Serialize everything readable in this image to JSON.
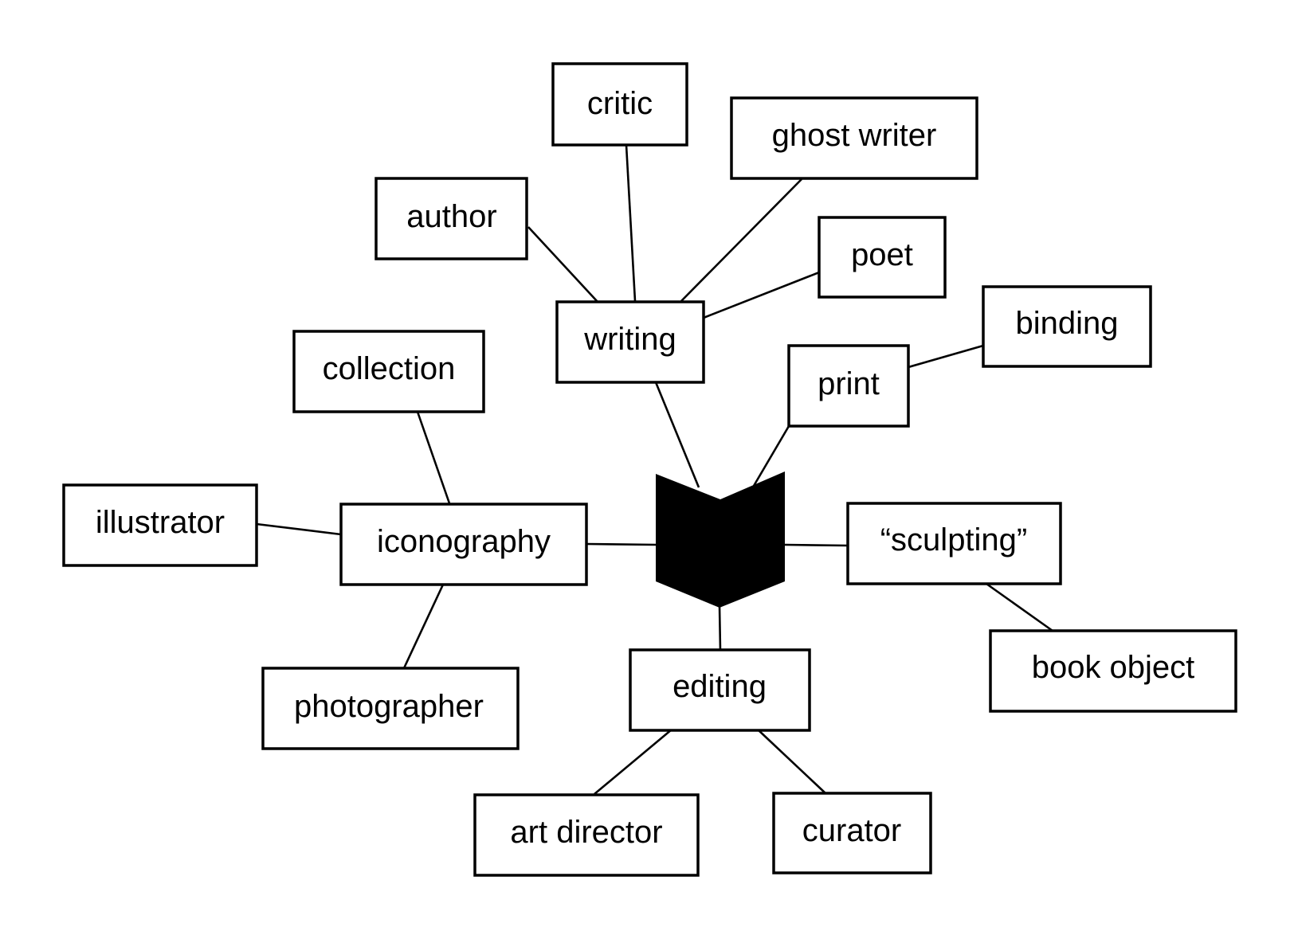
{
  "diagram": {
    "colors": {
      "stroke": "#000000",
      "fill": "#ffffff",
      "text": "#000000"
    },
    "center_icon": "book-icon",
    "nodes": {
      "critic": "critic",
      "ghost_writer": "ghost writer",
      "author": "author",
      "poet": "poet",
      "writing": "writing",
      "binding": "binding",
      "print": "print",
      "collection": "collection",
      "illustrator": "illustrator",
      "iconography": "iconography",
      "sculpting": "“sculpting”",
      "photographer": "photographer",
      "book_object": "book object",
      "editing": "editing",
      "art_director": "art director",
      "curator": "curator"
    },
    "edges": [
      [
        "writing",
        "author"
      ],
      [
        "writing",
        "critic"
      ],
      [
        "writing",
        "ghost_writer"
      ],
      [
        "writing",
        "poet"
      ],
      [
        "center",
        "writing"
      ],
      [
        "center",
        "print"
      ],
      [
        "print",
        "binding"
      ],
      [
        "center",
        "iconography"
      ],
      [
        "iconography",
        "collection"
      ],
      [
        "iconography",
        "illustrator"
      ],
      [
        "iconography",
        "photographer"
      ],
      [
        "center",
        "sculpting"
      ],
      [
        "sculpting",
        "book_object"
      ],
      [
        "center",
        "editing"
      ],
      [
        "editing",
        "art_director"
      ],
      [
        "editing",
        "curator"
      ]
    ]
  }
}
